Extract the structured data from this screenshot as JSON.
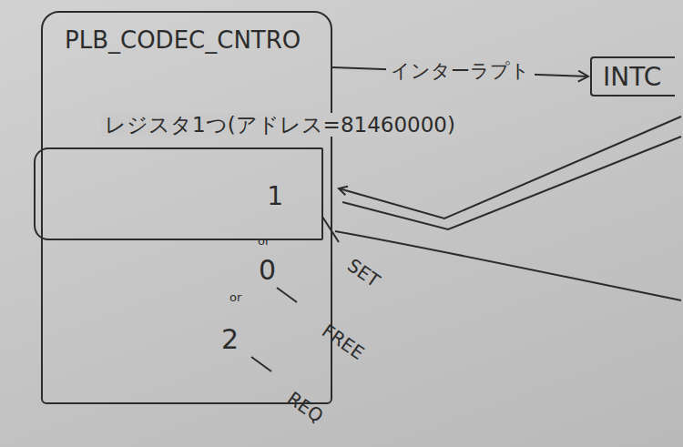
{
  "diagram": {
    "nodes": [
      {
        "text": [
          "PLB_CODEC_CNTRO"
        ]
      },
      {
        "text": [
          "レジスタ1つ(アドレス=81460000)",
          "1"
        ],
        "in": 0
      },
      {
        "text": [
          "INTC"
        ]
      }
    ],
    "edges": [
      {
        "from": 0,
        "to": 2,
        "arrow": "to",
        "label": "インターラプト"
      }
    ],
    "labels": [
      "SET",
      "or",
      "0",
      "FREE",
      "or",
      "2",
      "REQ"
    ]
  }
}
